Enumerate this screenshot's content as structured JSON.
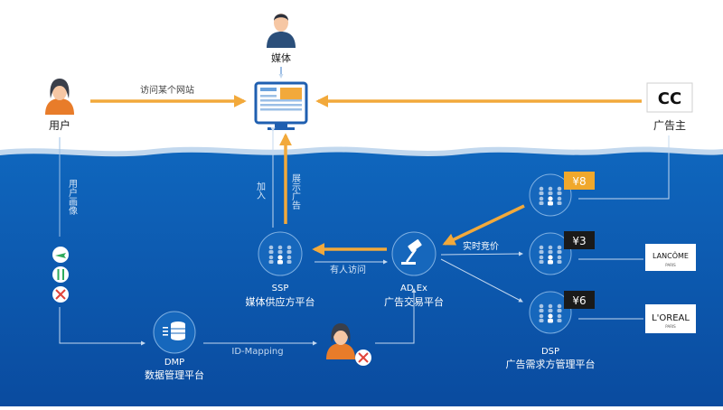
{
  "top": {
    "media_label": "媒体",
    "user_label": "用户",
    "advertiser_label": "广告主",
    "visit_site_label": "访问某个网站",
    "advertiser_logo_text": "CC"
  },
  "flow": {
    "join_label": "加入",
    "show_ad_label": "展示广告",
    "user_profile_label": "用户画像",
    "visitor_label": "有人访问",
    "rtb_label": "实时竞价",
    "id_mapping_label": "ID-Mapping"
  },
  "nodes": {
    "ssp_abbr": "SSP",
    "ssp_name": "媒体供应方平台",
    "adex_abbr": "AD Ex",
    "adex_name": "广告交易平台",
    "dmp_abbr": "DMP",
    "dmp_name": "数据管理平台",
    "dsp_abbr": "DSP",
    "dsp_name": "广告需求方管理平台"
  },
  "bids": [
    {
      "price": "¥8",
      "color": "#f0a82c"
    },
    {
      "price": "¥3",
      "color": "#1a1a1a"
    },
    {
      "price": "¥6",
      "color": "#1a1a1a"
    }
  ],
  "brands": {
    "lancome": "LANCÔME",
    "lancome_sub": "PARIS",
    "loreal": "L'OREAL",
    "loreal_sub": "PARIS"
  },
  "colors": {
    "sky": "#ffffff",
    "ocean_top": "#0f5fb5",
    "ocean_bottom": "#0a4ea2",
    "arrow_orange": "#f2a93b",
    "line_light": "#c4d8ef"
  }
}
